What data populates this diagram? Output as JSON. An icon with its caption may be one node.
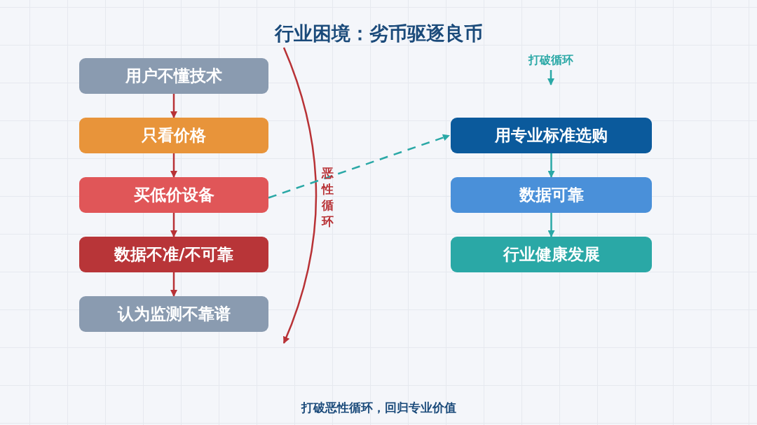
{
  "diagram": {
    "title": "行业困境：劣币驱逐良币",
    "nodes": [
      {
        "text": [
          "用户不懂技术"
        ]
      },
      {
        "text": [
          "只看价格"
        ]
      },
      {
        "text": [
          "买低价设备"
        ]
      },
      {
        "text": [
          "数据不准/不可靠"
        ]
      },
      {
        "text": [
          "认为监测不靠谱"
        ]
      },
      {
        "text": [
          "打破循环"
        ]
      },
      {
        "text": [
          "用专业标准选购"
        ]
      },
      {
        "text": [
          "数据可靠"
        ]
      },
      {
        "text": [
          "行业健康发展"
        ]
      }
    ],
    "edges": [
      {
        "from": 0,
        "to": 1,
        "arrow": "to"
      },
      {
        "from": 1,
        "to": 2,
        "arrow": "to"
      },
      {
        "from": 2,
        "to": 3,
        "arrow": "to"
      },
      {
        "from": 3,
        "to": 4,
        "arrow": "to"
      },
      {
        "from": 2,
        "to": 6,
        "arrow": "to",
        "style": "dashed",
        "color": "#2aa8a6"
      },
      {
        "from": 5,
        "to": null,
        "arrow": "to",
        "color": "#2aa8a6"
      },
      {
        "from": 6,
        "to": 7,
        "arrow": "to",
        "color": "#2aa8a6"
      },
      {
        "from": 7,
        "to": 8,
        "arrow": "to",
        "color": "#2aa8a6"
      }
    ],
    "labels": [
      "恶性循环",
      "打破恶性循环，回归专业价值"
    ]
  }
}
